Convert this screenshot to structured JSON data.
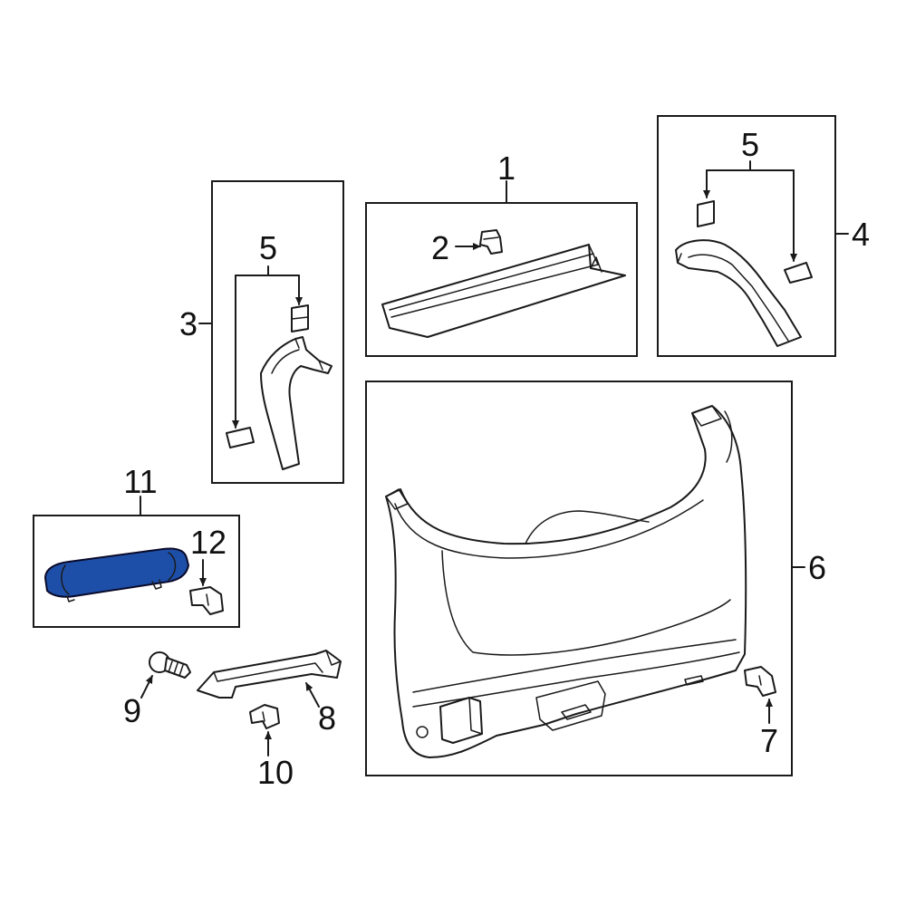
{
  "callouts": {
    "c1": "1",
    "c2": "2",
    "c3": "3",
    "c4": "4",
    "c5_box3": "5",
    "c5_box4": "5",
    "c6": "6",
    "c7": "7",
    "c8": "8",
    "c9": "9",
    "c10": "10",
    "c11": "11",
    "c12": "12"
  },
  "colors": {
    "highlight": "#1e4fa8",
    "line": "#1a1a1a",
    "background": "#ffffff"
  }
}
